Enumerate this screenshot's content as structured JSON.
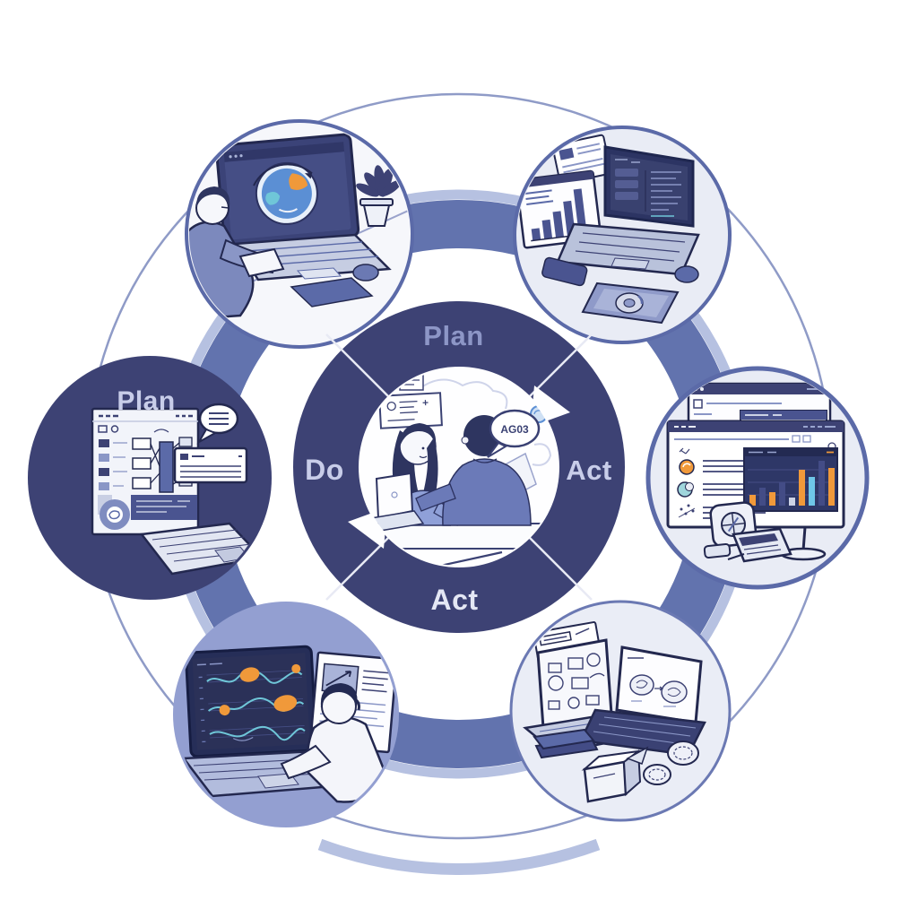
{
  "center": {
    "label_top": "Plan",
    "label_right": "Act",
    "label_bottom": "Act",
    "label_left": "Do",
    "speech_bubble_text": "AG03"
  },
  "left_bubble": {
    "label": "Plan"
  },
  "colors": {
    "navy": "#3d4274",
    "deep_outline": "#23284f",
    "band_blue": "#6273ae",
    "band_light": "#b6c1e1",
    "outer_circle": "#8f9bc7",
    "bubble_fill": "#e9ecf5",
    "bubble_stroke": "#5b6aa8",
    "periwinkle_blob": "#939fd1",
    "screen_dark": "#2b3158",
    "accent_orange": "#f0993a",
    "accent_teal": "#6fc6d8",
    "accent_sky": "#6ec6e8",
    "label_light": "#c8cde9"
  },
  "scenes": {
    "top_left": "person-laptop-globe-workspace",
    "top_right": "laptop-code-and-bar-chart-monitor-workspace",
    "left": "plan-flowchart-screen-with-keyboard",
    "right": "dashboard-browser-with-orange-blue-bar-chart",
    "bottom_left": "analyst-laptop-line-charts",
    "bottom_right": "two-laptops-sketches-package-coins"
  }
}
